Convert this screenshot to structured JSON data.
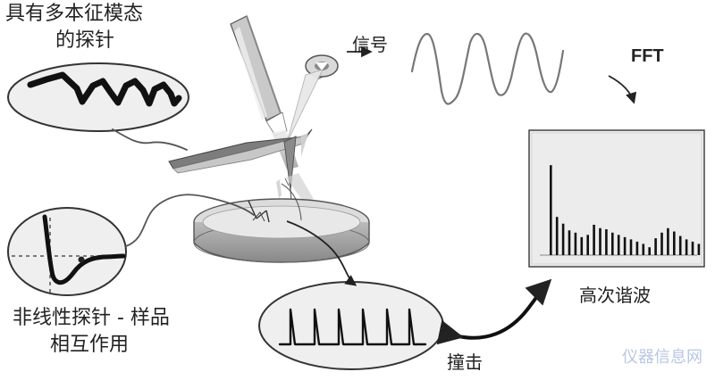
{
  "labels": {
    "probe_multimode_line1": "具有多本征模态",
    "probe_multimode_line2": "的探针",
    "signal": "信号",
    "fft": "FFT",
    "nonlinear_line1": "非线性探针 - 样品",
    "nonlinear_line2": "相互作用",
    "harmonics": "高次谐波",
    "impact": "撞击"
  },
  "watermark": {
    "text": "仪器信息网"
  },
  "spectrum_bars": [
    0.8,
    0.34,
    0.28,
    0.22,
    0.2,
    0.16,
    0.18,
    0.27,
    0.24,
    0.23,
    0.2,
    0.18,
    0.16,
    0.14,
    0.12,
    0.1,
    0.07,
    0.15,
    0.2,
    0.24,
    0.21,
    0.17,
    0.14,
    0.12,
    0.1
  ],
  "colors": {
    "ink": "#222222",
    "panel_fill": "#eeeeee",
    "panel_border": "#444444",
    "sample_fill": "#d8d8d8",
    "watermark": "#b9c6e4"
  },
  "icons": {
    "cantilever": "cantilever-icon",
    "laser": "laser-icon",
    "detector": "detector-icon",
    "sample": "sample-icon"
  }
}
